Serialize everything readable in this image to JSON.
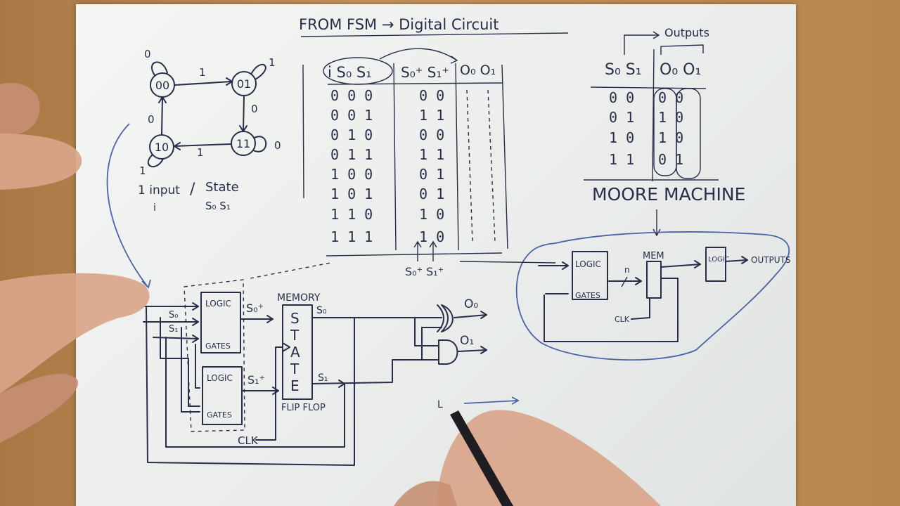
{
  "title": "FROM FSM → Digital Circuit",
  "fsm": {
    "states": [
      "00",
      "01",
      "11",
      "10"
    ],
    "self_loop_00": "0",
    "edge_00_01": "1",
    "self_loop_01": "1",
    "edge_01_11": "0",
    "self_loop_11": "0",
    "edge_11_10": "1",
    "self_loop_10": "1",
    "edge_10_00": "0",
    "legend_input": "1 input",
    "legend_input_var": "i",
    "legend_sep": "/",
    "legend_state": "State",
    "legend_state_vars": "S₀ S₁"
  },
  "truth_table": {
    "headers": [
      "i S₀ S₁",
      "S₀⁺ S₁⁺",
      "O₀ O₁"
    ],
    "rows": [
      [
        "0 0 0",
        "0 0"
      ],
      [
        "0 0 1",
        "1 1"
      ],
      [
        "0 1 0",
        "0 0"
      ],
      [
        "0 1 1",
        "1 1"
      ],
      [
        "1 0 0",
        "0 1"
      ],
      [
        "1 0 1",
        "0 1"
      ],
      [
        "1 1 0",
        "1 0"
      ],
      [
        "1 1 1",
        "1 0"
      ]
    ],
    "footer": "S₀⁺ S₁⁺"
  },
  "output_table": {
    "outputs_label": "Outputs",
    "headers": [
      "S₀ S₁",
      "O₀ O₁"
    ],
    "rows": [
      [
        "0 0",
        "0 0"
      ],
      [
        "0 1",
        "1 0"
      ],
      [
        "1 0",
        "1 0"
      ],
      [
        "1 1",
        "0 1"
      ]
    ],
    "caption": "MOORE MACHINE"
  },
  "circuit": {
    "in_s0": "S₀",
    "in_s1": "S₁",
    "logic_label": "LOGIC",
    "gates_label": "GATES",
    "out_s0_plus": "S₀⁺",
    "out_s1_plus": "S₁⁺",
    "memory_label": "MEMORY",
    "state_label": [
      "S",
      "T",
      "A",
      "T",
      "E"
    ],
    "flip_flop_label": "FLIP FLOP",
    "q_s0": "S₀",
    "q_s1": "S₁",
    "clk_label": "CLK",
    "o0": "O₀",
    "o1": "O₁"
  },
  "block_diagram": {
    "logic": "LOGIC",
    "gates": "GATES",
    "n_label": "n",
    "mem": "MEM",
    "clk": "CLK",
    "out_logic": "LOGIC",
    "outputs": "OUTPUTS"
  },
  "scribble": "L"
}
